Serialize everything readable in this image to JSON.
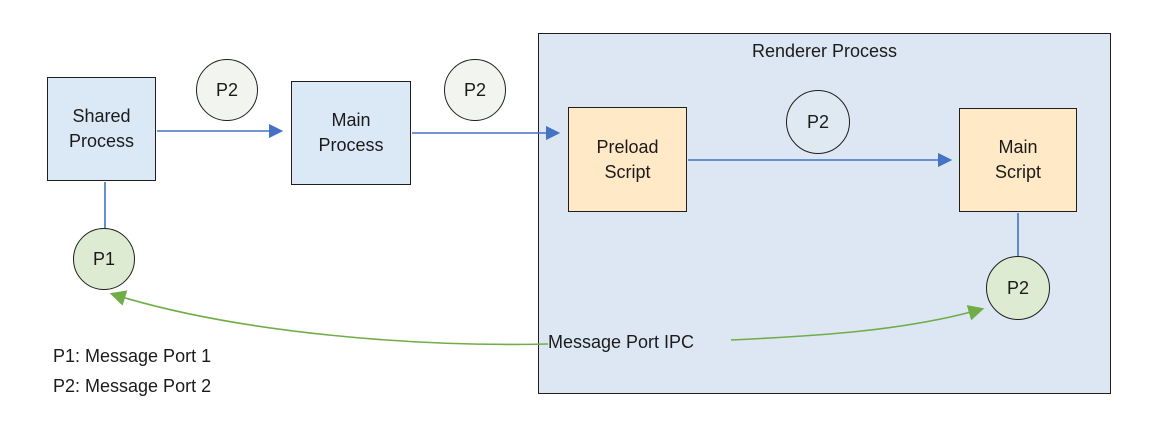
{
  "colors": {
    "box_blue_fill": "#dbe8f6",
    "container_fill": "#dce7f3",
    "box_orange_fill": "#ffe9c6",
    "port_white_fill": "#f2f5ef",
    "port_blue_fill": "#dfe9f1",
    "port_green_fill": "#dcebd2",
    "border_dark": "#1f1f1f",
    "arrow_blue": "#4472c4",
    "arrow_green": "#70ad47",
    "text": "#1b1b1b"
  },
  "diagram": {
    "boxes": {
      "shared_process": "Shared\nProcess",
      "main_process": "Main\nProcess",
      "preload_script": "Preload\nScript",
      "main_script": "Main\nScript"
    },
    "renderer": {
      "title": "Renderer Process"
    },
    "ports": {
      "p2_shared_to_main": "P2",
      "p2_main_to_preload": "P2",
      "p2_preload_to_main_script": "P2",
      "p1_below_shared": "P1",
      "p2_below_main_script": "P2"
    },
    "ipc_label": "Message Port IPC",
    "legend": {
      "line1": "P1: Message Port 1",
      "line2": "P2: Message Port 2"
    }
  }
}
